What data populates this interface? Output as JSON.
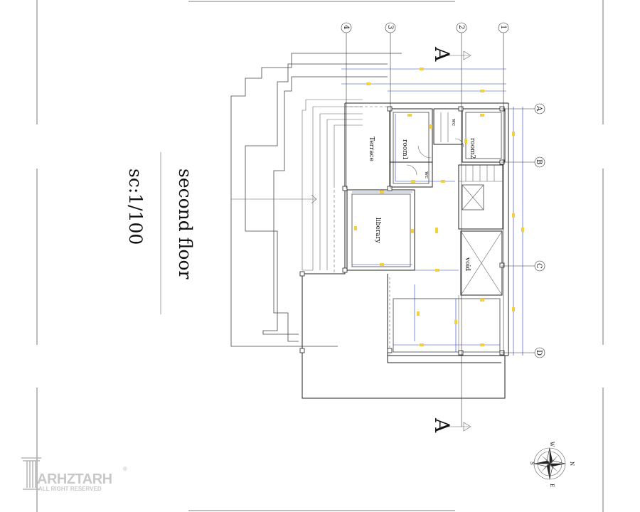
{
  "drawing": {
    "title": "second floor",
    "scale": "sc:1/100"
  },
  "rooms": {
    "terrace": "Terrace",
    "room1": "room1",
    "room2": "room2",
    "wc_top": "wc",
    "wc_bottom": "wc",
    "library": "liberary",
    "void": "void"
  },
  "axes": {
    "vertical": [
      "4",
      "3",
      "2",
      "1"
    ],
    "horizontal": [
      "A",
      "B",
      "C",
      "D"
    ]
  },
  "section_marker": {
    "top": "A",
    "bottom": "A"
  },
  "brand": {
    "name": "ARHZTARH",
    "registered": "®",
    "tagline": "ALL RIGHT RESERVED"
  },
  "compass": {
    "north": "N",
    "south": "S",
    "east": "E",
    "west": "W"
  }
}
